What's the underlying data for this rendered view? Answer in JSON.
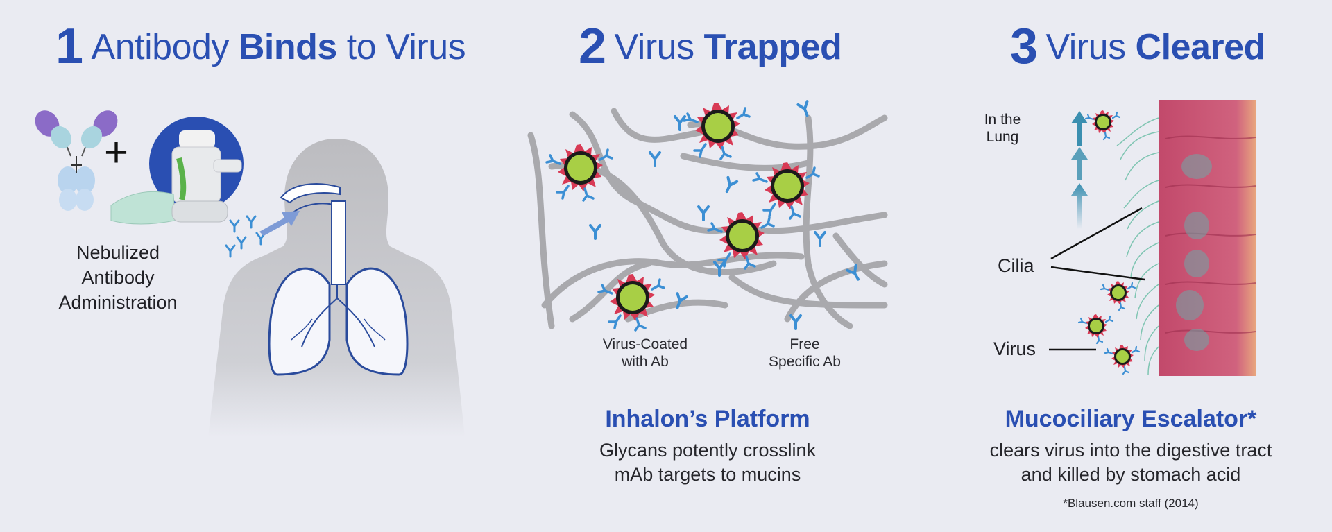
{
  "panel1": {
    "number": "1",
    "title_part1": "Antibody",
    "title_bold": "Binds",
    "title_part2": "to Virus",
    "nebulized_line1": "Nebulized",
    "nebulized_line2": "Antibody",
    "nebulized_line3": "Administration",
    "plus": "+"
  },
  "panel2": {
    "number": "2",
    "title_part1": "Virus",
    "title_bold": "Trapped",
    "label_coated_line1": "Virus-Coated",
    "label_coated_line2": "with Ab",
    "label_free_line1": "Free",
    "label_free_line2": "Specific Ab",
    "caption_title": "Inhalon’s Platform",
    "caption_line1": "Glycans potently crosslink",
    "caption_line2": "mAb targets to mucins"
  },
  "panel3": {
    "number": "3",
    "title_part1": "Virus",
    "title_bold": "Cleared",
    "label_lung_line1": "In the",
    "label_lung_line2": "Lung",
    "label_cilia": "Cilia",
    "label_virus": "Virus",
    "caption_title": "Mucociliary Escalator*",
    "caption_line1": "clears virus into the digestive tract",
    "caption_line2": "and killed by stomach acid",
    "credit": "*Blausen.com staff (2014)"
  },
  "colors": {
    "accent_blue": "#2a4fb2",
    "antibody_blue": "#3c8fd4",
    "virus_green": "#a8cf45",
    "spike_red": "#d83a55",
    "mucin_gray": "#a9a9ad",
    "cell_pink": "#c94a6a"
  },
  "icons": [
    "antibody-icon",
    "nebulizer-icon",
    "human-silhouette-icon",
    "lungs-icon",
    "virus-icon",
    "arrow-up-icon"
  ]
}
